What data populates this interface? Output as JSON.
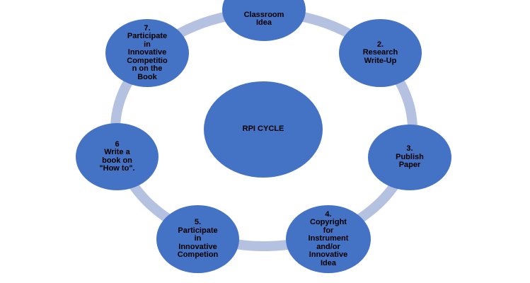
{
  "diagram": {
    "center_label": "RPI CYCLE",
    "steps": [
      {
        "label": "Classroom\nIdea"
      },
      {
        "label": "2.\nResearch\nWrite-Up"
      },
      {
        "label": "3.\nPublish\nPaper"
      },
      {
        "label": "4.\nCopyright\nfor\nInstrument\nand/or\nInnovative\nIdea"
      },
      {
        "label": "5.\nParticipate\nin\nInnovative\nCompetion"
      },
      {
        "label": "6\nWrite a\nbook on\n\"How to\"."
      },
      {
        "label": "7.\nParticipate\nin\nInnovative\nCompetitio\nn on the\nBook"
      }
    ],
    "colors": {
      "node_fill": "#4472c4",
      "ring_stroke": "#b4c1e0",
      "label_text": "#000000"
    }
  }
}
